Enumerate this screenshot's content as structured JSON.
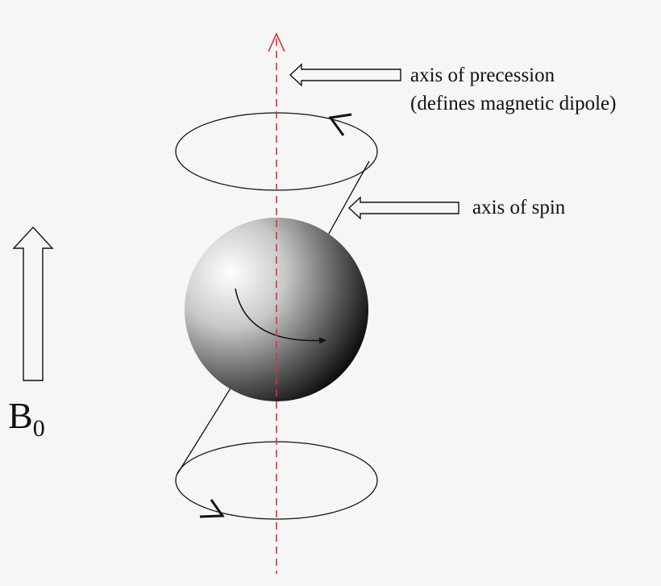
{
  "labels": {
    "precession_line1": "axis of precession",
    "precession_line2": "(defines magnetic dipole)",
    "spin": "axis of spin",
    "field_main": "B",
    "field_sub": "0"
  },
  "colors": {
    "background": "#f6f6f6",
    "precession_axis": "#e03030",
    "stroke": "#111111",
    "sphere_highlight": "#ffffff",
    "sphere_shadow": "#000000"
  }
}
